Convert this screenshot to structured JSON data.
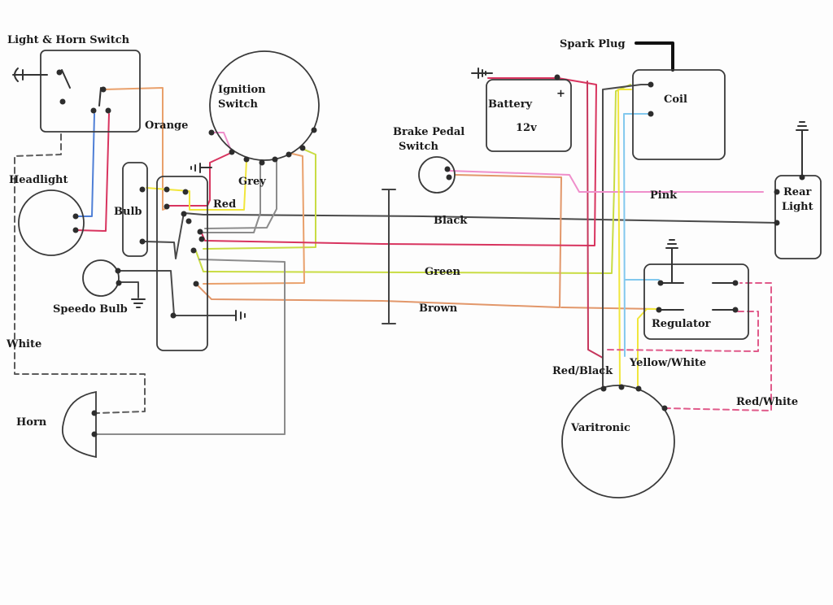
{
  "diagram": {
    "components": {
      "light_horn_switch": "Light & Horn Switch",
      "headlight": "Headlight",
      "bulb": "Bulb",
      "speedo_bulb": "Speedo Bulb",
      "horn": "Horn",
      "ignition_switch_line1": "Ignition",
      "ignition_switch_line2": "Switch",
      "brake_pedal_switch_line1": "Brake Pedal",
      "brake_pedal_switch_line2": "Switch",
      "battery": "Battery",
      "battery_voltage": "12v",
      "battery_plus": "+",
      "spark_plug": "Spark Plug",
      "coil": "Coil",
      "rear_light_line1": "Rear",
      "rear_light_line2": "Light",
      "regulator": "Regulator",
      "varitronic": "Varitronic"
    },
    "wire_labels": {
      "orange": "Orange",
      "grey": "Grey",
      "red": "Red",
      "black": "Black",
      "green": "Green",
      "brown": "Brown",
      "pink": "Pink",
      "white": "White",
      "red_black": "Red/Black",
      "yellow_white": "Yellow/White",
      "red_white": "Red/White"
    },
    "wire_colors": {
      "orange": "#e9a06b",
      "grey": "#8c8c8c",
      "red": "#d8345f",
      "black": "#4a4a4a",
      "green": "#c9dc43",
      "brown": "#e2976a",
      "pink": "#ef8fcb",
      "blue": "#4f7fd6",
      "light_blue": "#82c8ee",
      "yellow": "#f1e63c",
      "white_dashed": "#5c5c5c",
      "red_white_dashed": "#e05a8a"
    }
  }
}
